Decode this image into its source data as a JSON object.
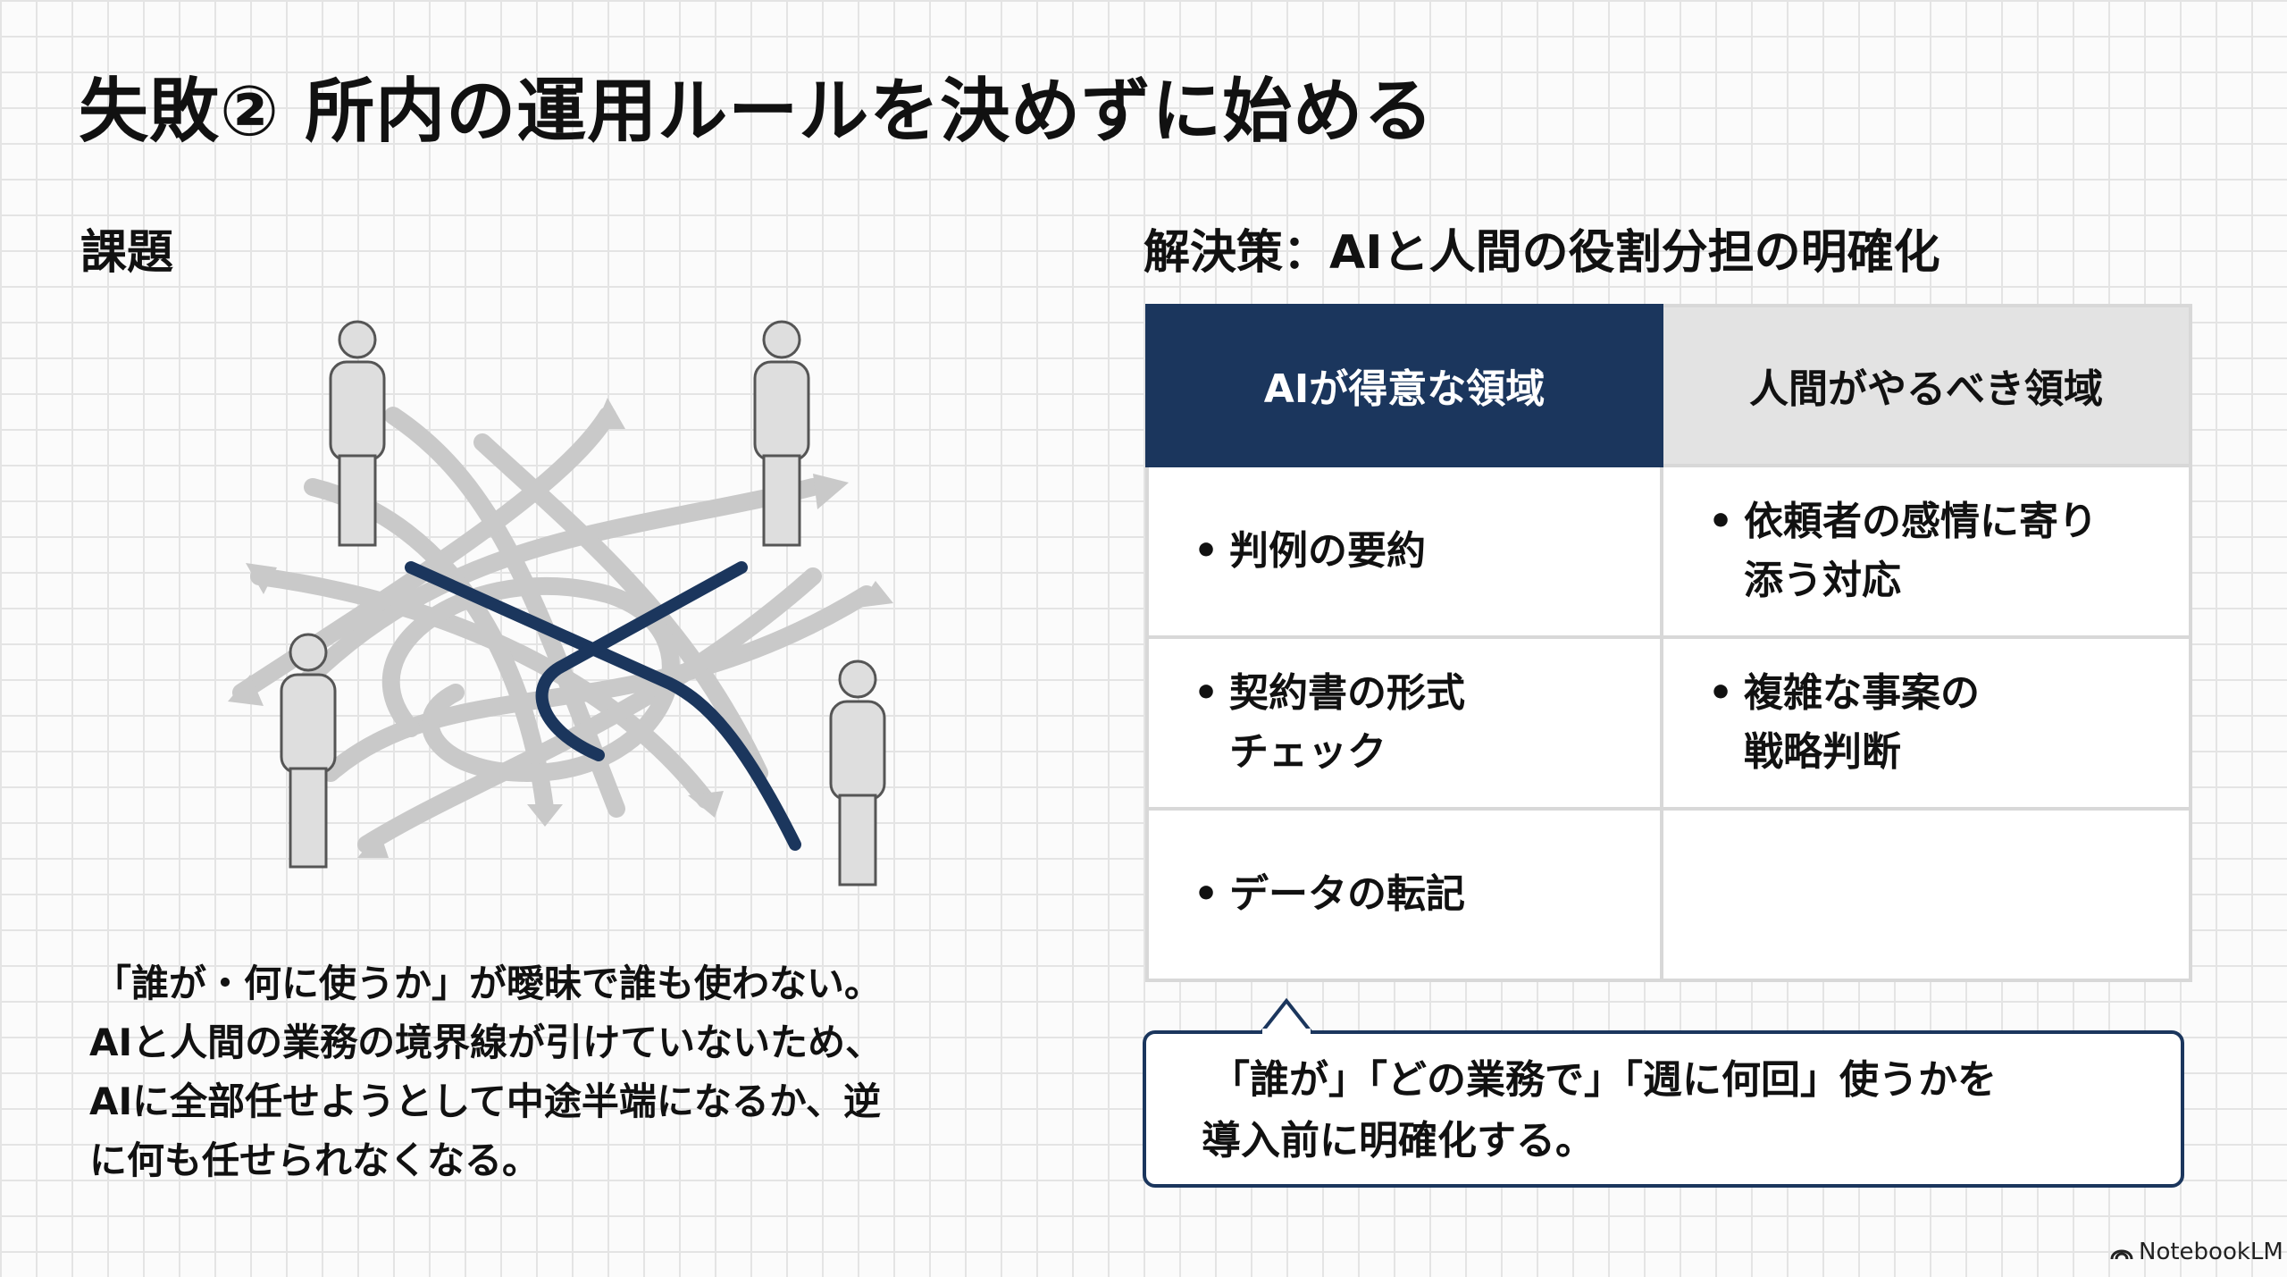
{
  "title": "失敗② 所内の運用ルールを決めずに始める",
  "issue": {
    "heading": "課題",
    "lines": [
      "「誰が・何に使うか」が曖昧で誰も使わない。",
      "AIと人間の業務の境界線が引けていないため、",
      "AIに全部任せようとして中途半端になるか、逆",
      "に何も任せられなくなる。"
    ]
  },
  "solution": {
    "heading": "解決策：AIと人間の役割分担の明確化",
    "table": {
      "headers": [
        "AIが得意な領域",
        "人間がやるべき領域"
      ],
      "rows": [
        [
          "判例の要約",
          "依頼者の感情に寄り\n添う対応"
        ],
        [
          "契約書の形式\nチェック",
          "複雑な事案の\n戦略判断"
        ],
        [
          "データの転記",
          ""
        ]
      ]
    },
    "callout": [
      "「誰が」「どの業務で」「週に何回」使うかを",
      "導入前に明確化する。"
    ]
  },
  "colors": {
    "accent": "#1b365d",
    "header_gray": "#e3e3e3"
  },
  "logo": "NotebookLM"
}
